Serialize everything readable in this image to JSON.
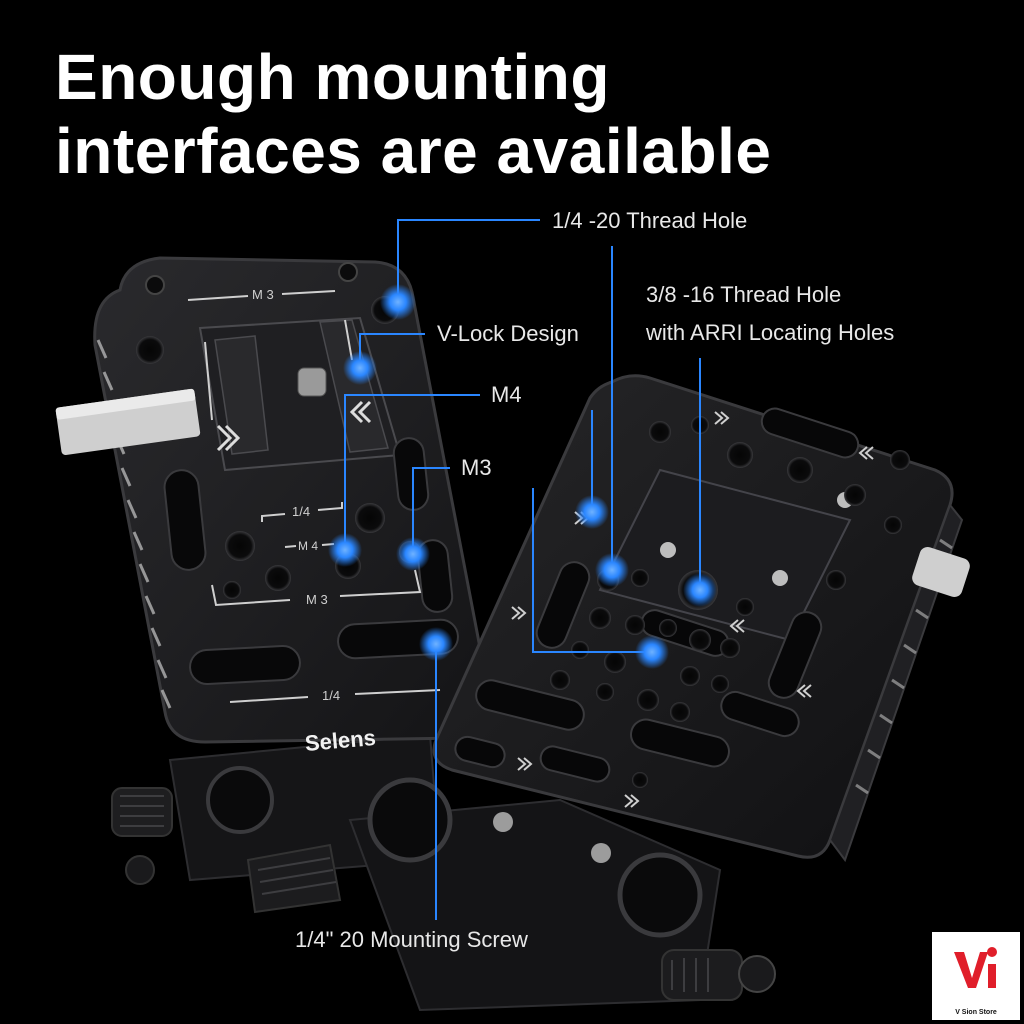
{
  "headline": {
    "line1": "Enough mounting",
    "line2": "interfaces are available"
  },
  "callouts": {
    "thread_quarter": "1/4 -20 Thread Hole",
    "thread_38_line1": "3/8 -16 Thread Hole",
    "thread_38_line2": "with ARRI Locating Holes",
    "vlock": "V-Lock Design",
    "m4": "M4",
    "m3": "M3",
    "mount_screw": "1/4\" 20 Mounting Screw"
  },
  "plate_markings": {
    "top_m3": "M 3",
    "quarter_upper": "1/4",
    "m4": "M 4",
    "m3_lower": "M 3",
    "quarter_bottom": "1/4",
    "brand": "Selens"
  },
  "watermark": {
    "mark": "Vi",
    "store": "V Sion Store"
  },
  "colors": {
    "callout_blue": "#2a86ff",
    "plate_dark": "#1b1b1d",
    "plate_edge": "#3a3a3d",
    "engrave": "#cfcfcf",
    "logo_red": "#e01e2a"
  },
  "icons": [
    "v-lock-chevron-icon",
    "screw-head-icon"
  ]
}
